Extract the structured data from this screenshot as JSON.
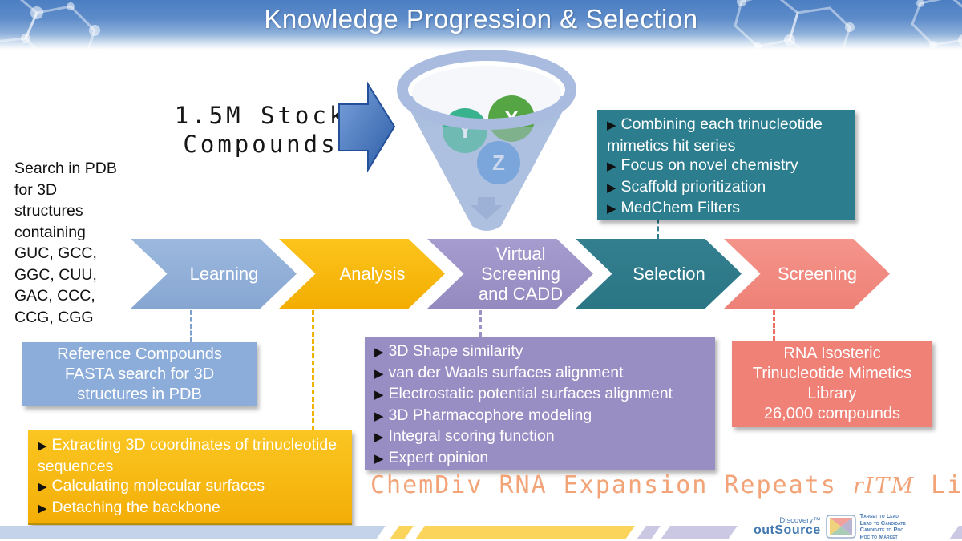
{
  "ui": {
    "bullet": "▶"
  },
  "header": {
    "title": "Knowledge Progression & Selection"
  },
  "stock_label": {
    "line1": "1.5M Stock",
    "line2": "Compounds"
  },
  "left_note": {
    "lines": [
      "Search in PDB",
      "for 3D",
      "structures",
      "containing",
      "GUC, GCC,",
      "GGC, CUU,",
      "GAC, CCC,",
      "CCG, CGG"
    ]
  },
  "funnel": {
    "balls": [
      {
        "label": "Y",
        "color": "#39b28e"
      },
      {
        "label": "X",
        "color": "#55a545"
      },
      {
        "label": "Z",
        "color": "#4b8fd5"
      }
    ]
  },
  "process": {
    "steps": [
      {
        "label": "Learning",
        "color": "#8fb0d8"
      },
      {
        "label": "Analysis",
        "color": "#f6b90e"
      },
      {
        "label": "Virtual Screening and CADD",
        "color": "#9c92c8"
      },
      {
        "label": "Selection",
        "color": "#2d7d8d"
      },
      {
        "label": "Screening",
        "color": "#f08b82"
      }
    ]
  },
  "boxes": {
    "selection_criteria": {
      "color": "#2c7d8e",
      "items": [
        "Combining each trinucleotide mimetics hit series",
        "Focus on novel chemistry",
        "Scaffold prioritization",
        "MedChem Filters"
      ]
    },
    "learning_note": {
      "color": "#8cacd9",
      "lines": [
        "Reference Compounds",
        "FASTA search for 3D",
        "structures in PDB"
      ]
    },
    "analysis_note": {
      "color": "#f6b90e",
      "items": [
        "Extracting 3D coordinates of trinucleotide sequences",
        "Calculating molecular surfaces",
        "Detaching the backbone"
      ]
    },
    "virtual_screening_note": {
      "color": "#988ec4",
      "items": [
        "3D Shape similarity",
        "van der Waals surfaces alignment",
        "Electrostatic potential surfaces alignment",
        "3D Pharmacophore modeling",
        "Integral scoring function",
        "Expert opinion"
      ]
    },
    "screening_library": {
      "color": "#ef8177",
      "lines": [
        "RNA Isosteric",
        "Trinucleotide Mimetics",
        "Library",
        "26,000 compounds"
      ]
    }
  },
  "footer": {
    "library_title_prefix": "ChemDiv RNA Expansion Repeats ",
    "library_title_italic": "rITM",
    "library_title_suffix": " Li",
    "brand": {
      "discovery": "Discovery™",
      "outsource": "outSource",
      "tagline": [
        "Target to Lead",
        "Lead to Candidate",
        "Candidate to Poc",
        "Poc to Market"
      ]
    }
  }
}
